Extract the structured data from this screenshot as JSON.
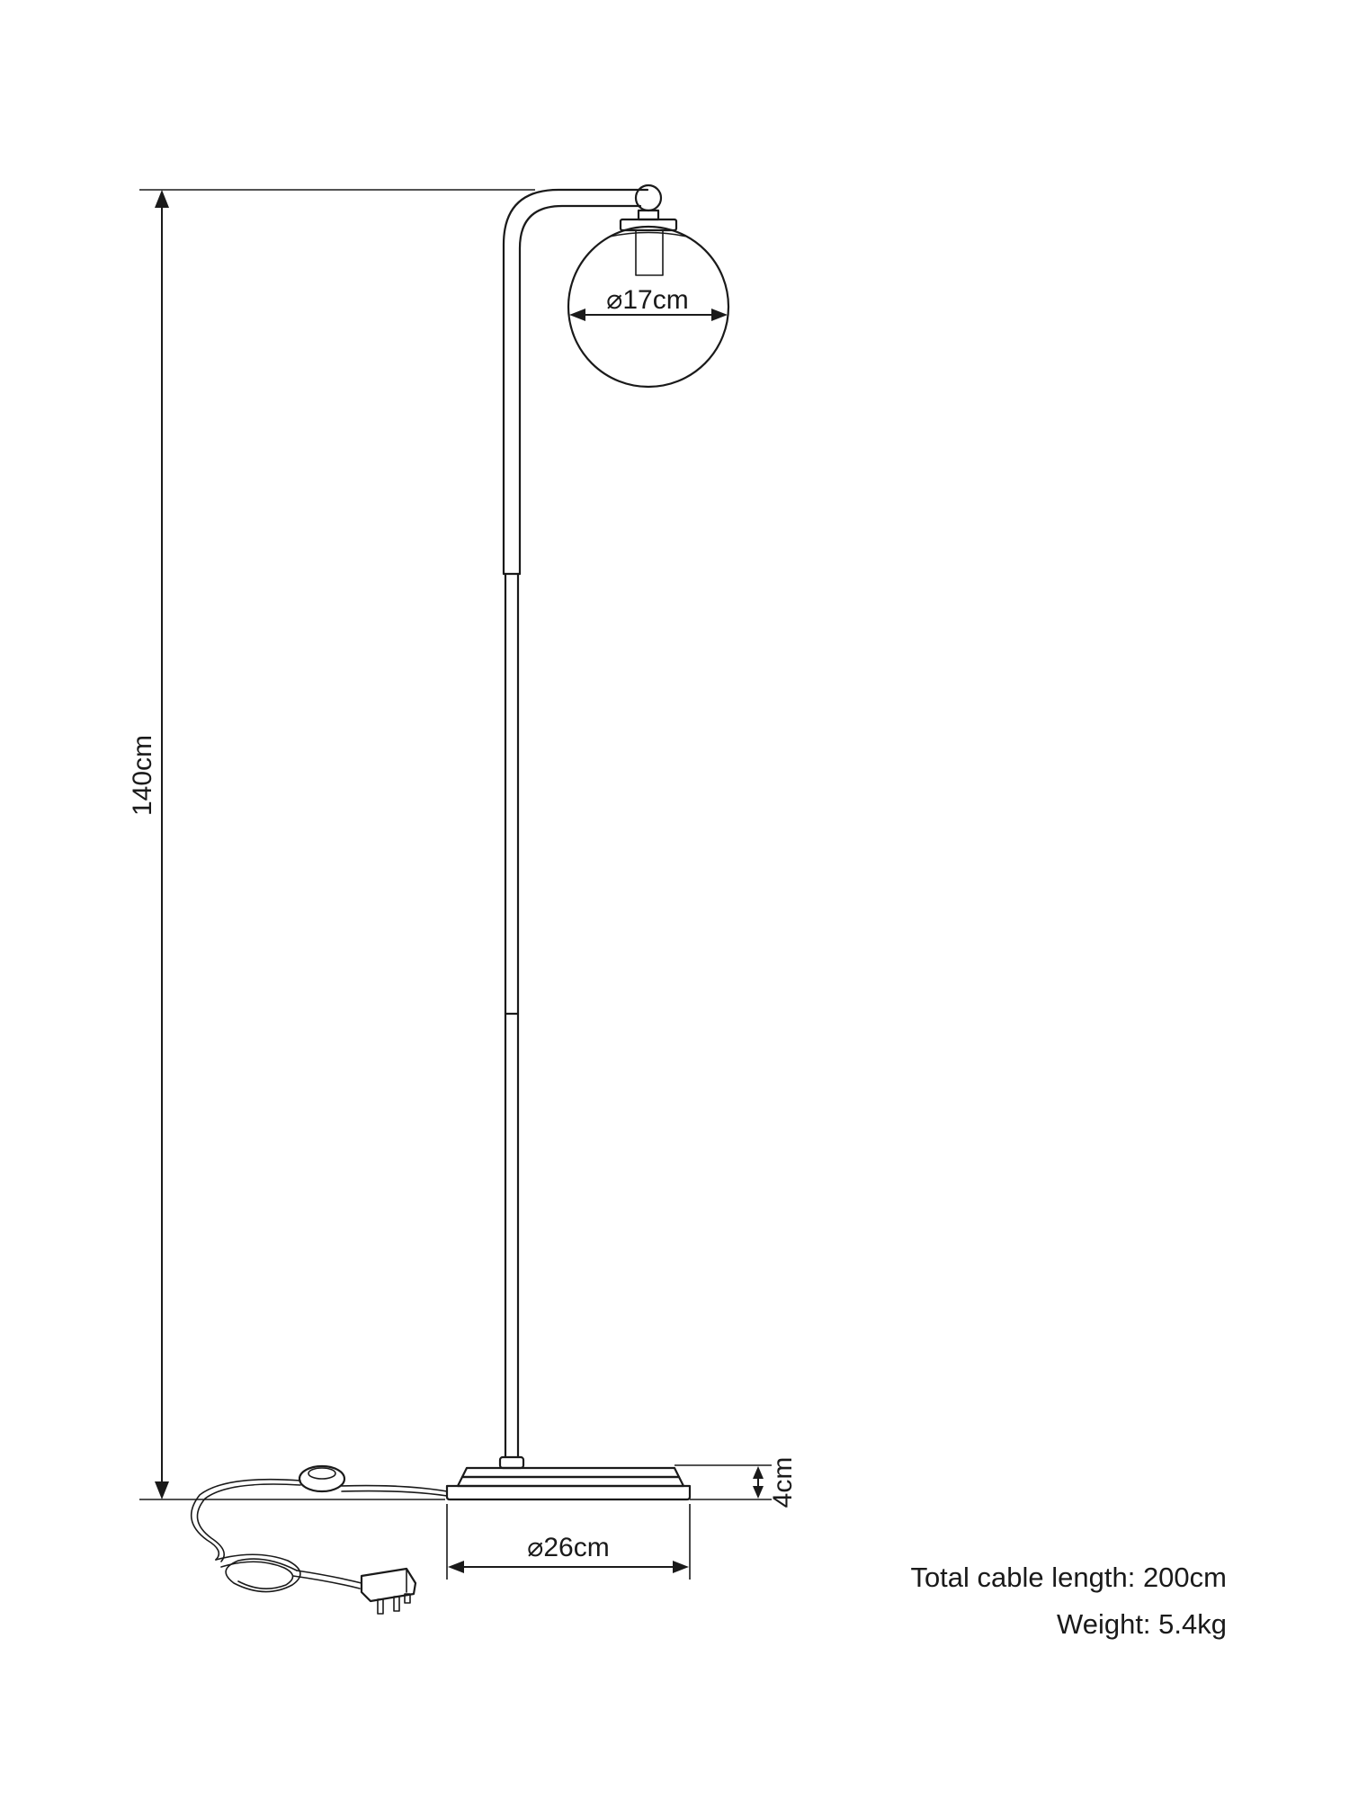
{
  "dimensions": {
    "height": "140cm",
    "shade_diameter": "⌀17cm",
    "base_diameter": "⌀26cm",
    "base_height": "4cm"
  },
  "specs": {
    "cable_length": "Total cable length: 200cm",
    "weight": "Weight: 5.4kg"
  }
}
